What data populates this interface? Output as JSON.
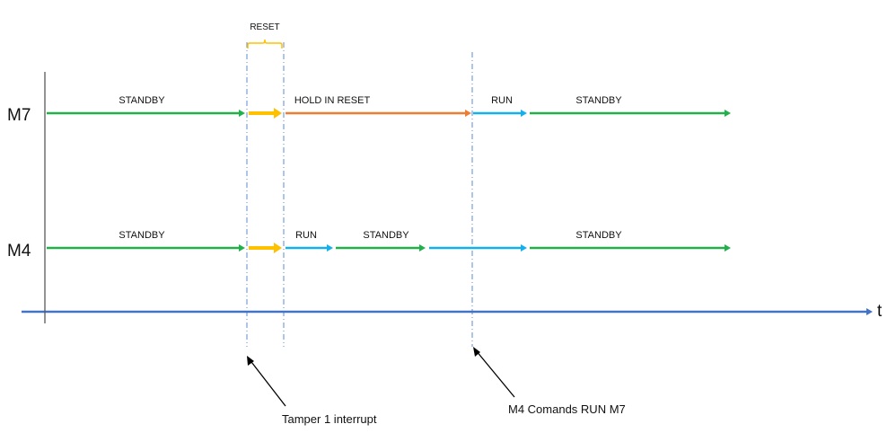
{
  "colors": {
    "standby": "#22B04B",
    "reset": "#FFC000",
    "hold": "#ED7D31",
    "run": "#14B0EE",
    "axis": "#4472C4",
    "marker": "#5B8BD0",
    "brace": "#FFC000",
    "callout": "#000000"
  },
  "time_axis": {
    "label": "t"
  },
  "reset_brace": {
    "label": "RESET"
  },
  "rows": {
    "m7": {
      "label": "M7",
      "segments": [
        {
          "state": "standby",
          "label": "STANDBY"
        },
        {
          "state": "reset",
          "label": ""
        },
        {
          "state": "hold",
          "label": "HOLD IN RESET"
        },
        {
          "state": "run",
          "label": "RUN"
        },
        {
          "state": "standby",
          "label": "STANDBY"
        }
      ]
    },
    "m4": {
      "label": "M4",
      "segments": [
        {
          "state": "standby",
          "label": "STANDBY"
        },
        {
          "state": "reset",
          "label": ""
        },
        {
          "state": "run",
          "label": "RUN"
        },
        {
          "state": "standby",
          "label": "STANDBY"
        },
        {
          "state": "run",
          "label": ""
        },
        {
          "state": "standby",
          "label": "STANDBY"
        }
      ]
    }
  },
  "annotations": {
    "tamper": {
      "label": "Tamper 1 interrupt"
    },
    "command": {
      "label": "M4 Comands RUN M7"
    }
  }
}
